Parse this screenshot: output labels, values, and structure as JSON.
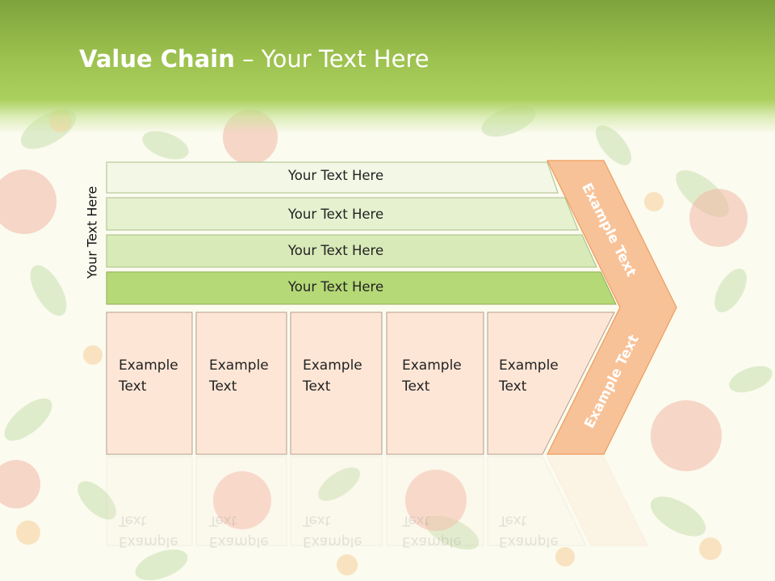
{
  "title": {
    "bold": "Value Chain",
    "rest": " – Your Text Here"
  },
  "side_label": "Your Text Here",
  "bands": [
    "Your Text Here",
    "Your Text Here",
    "Your Text Here",
    "Your Text Here"
  ],
  "boxes": [
    {
      "line1": "Example",
      "line2": "Text"
    },
    {
      "line1": "Example",
      "line2": "Text"
    },
    {
      "line1": "Example",
      "line2": "Text"
    },
    {
      "line1": "Example",
      "line2": "Text"
    },
    {
      "line1": "Example",
      "line2": "Text"
    }
  ],
  "chevron": {
    "upper": "Example Text",
    "lower": "Example Text"
  },
  "colors": {
    "header": "#9ec24f",
    "band1": "#f2f7e6",
    "band2": "#e6f1d0",
    "band3": "#d8eab8",
    "band4": "#b5d977",
    "box_fill": "#fde6d6",
    "chevron_fill": "#f8c298",
    "chevron_stroke": "#ee9d5c"
  }
}
